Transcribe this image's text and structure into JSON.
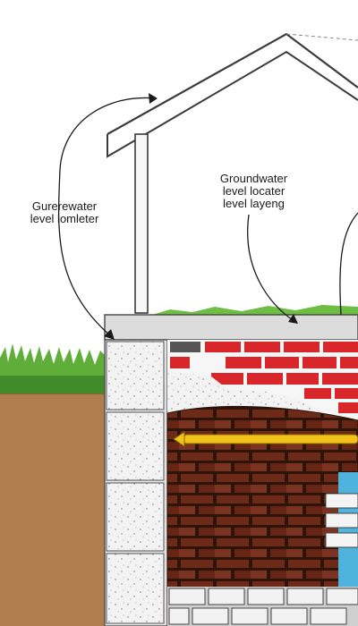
{
  "labels": {
    "left": {
      "line1": "Gurerewater",
      "line2": "level lomleter"
    },
    "right": {
      "line1": "Groundwater",
      "line2": "level locater",
      "line3": "level layeng"
    }
  },
  "colors": {
    "grass": "#5fae3a",
    "soil": "#b07d4c",
    "block": "#e9e9e9",
    "red_brick": "#d8262a",
    "dark_brick": "#6e2a18",
    "mortar": "#2e1408",
    "pipe": "#f2c21b",
    "water": "#4fb3de",
    "outline": "#333333"
  }
}
